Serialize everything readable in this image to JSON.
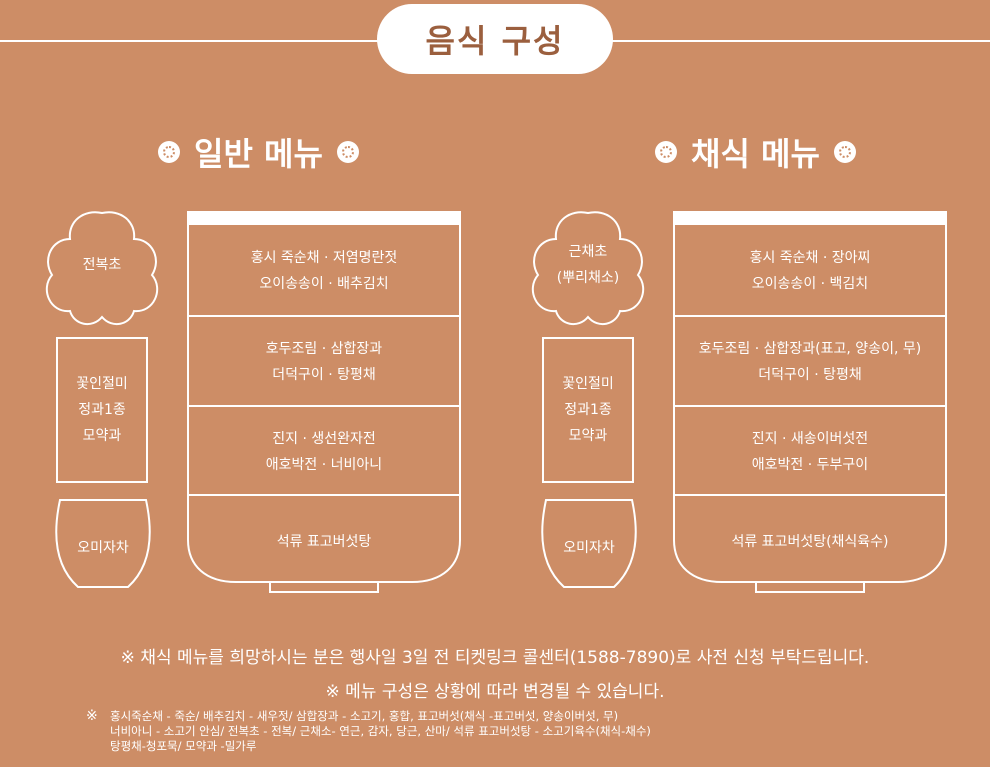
{
  "title": "음식 구성",
  "general": {
    "heading": "일반 메뉴",
    "side": [
      "전복초",
      "꽃인절미\n정과1종\n모약과",
      "오미자차"
    ],
    "bowl": [
      "홍시 죽순채 · 저염명란젓\n오이송송이 · 배추김치",
      "호두조림 · 삼합장과\n더덕구이 · 탕평채",
      "진지 · 생선완자전\n애호박전 · 너비아니",
      "석류 표고버섯탕"
    ]
  },
  "vegetarian": {
    "heading": "채식 메뉴",
    "side": [
      "근채초\n(뿌리채소)",
      "꽃인절미\n정과1종\n모약과",
      "오미자차"
    ],
    "bowl": [
      "홍시 죽순채 · 장아찌\n오이송송이 · 백김치",
      "호두조림 · 삼합장과(표고, 양송이, 무)\n더덕구이 · 탕평채",
      "진지 · 새송이버섯전\n애호박전 · 두부구이",
      "석류 표고버섯탕(채식육수)"
    ]
  },
  "notes": [
    "※ 채식 메뉴를 희망하시는 분은 행사일 3일 전 티켓링크 콜센터(1588-7890)로 사전 신청 부탁드립니다.",
    "※ 메뉴 구성은 상황에 따라 변경될 수 있습니다."
  ],
  "ingredients_mark": "※",
  "ingredients": "홍시죽순채 - 죽순/ 배추김치 - 새우젓/ 삼합장과 - 소고기, 홍합, 표고버섯(채식 -표고버섯, 양송이버섯, 무)\n너비아니 - 소고기 안심/ 전복초 - 전복/ 근채소- 연근, 감자, 당근, 산마/ 석류 표고버섯탕 - 소고기육수(채식-채수)\n탕평채-청포묵/ 모약과 -밀가루",
  "colors": {
    "background": "#cd8d66",
    "title_text": "#9b5f3e",
    "line": "#ffffff"
  }
}
